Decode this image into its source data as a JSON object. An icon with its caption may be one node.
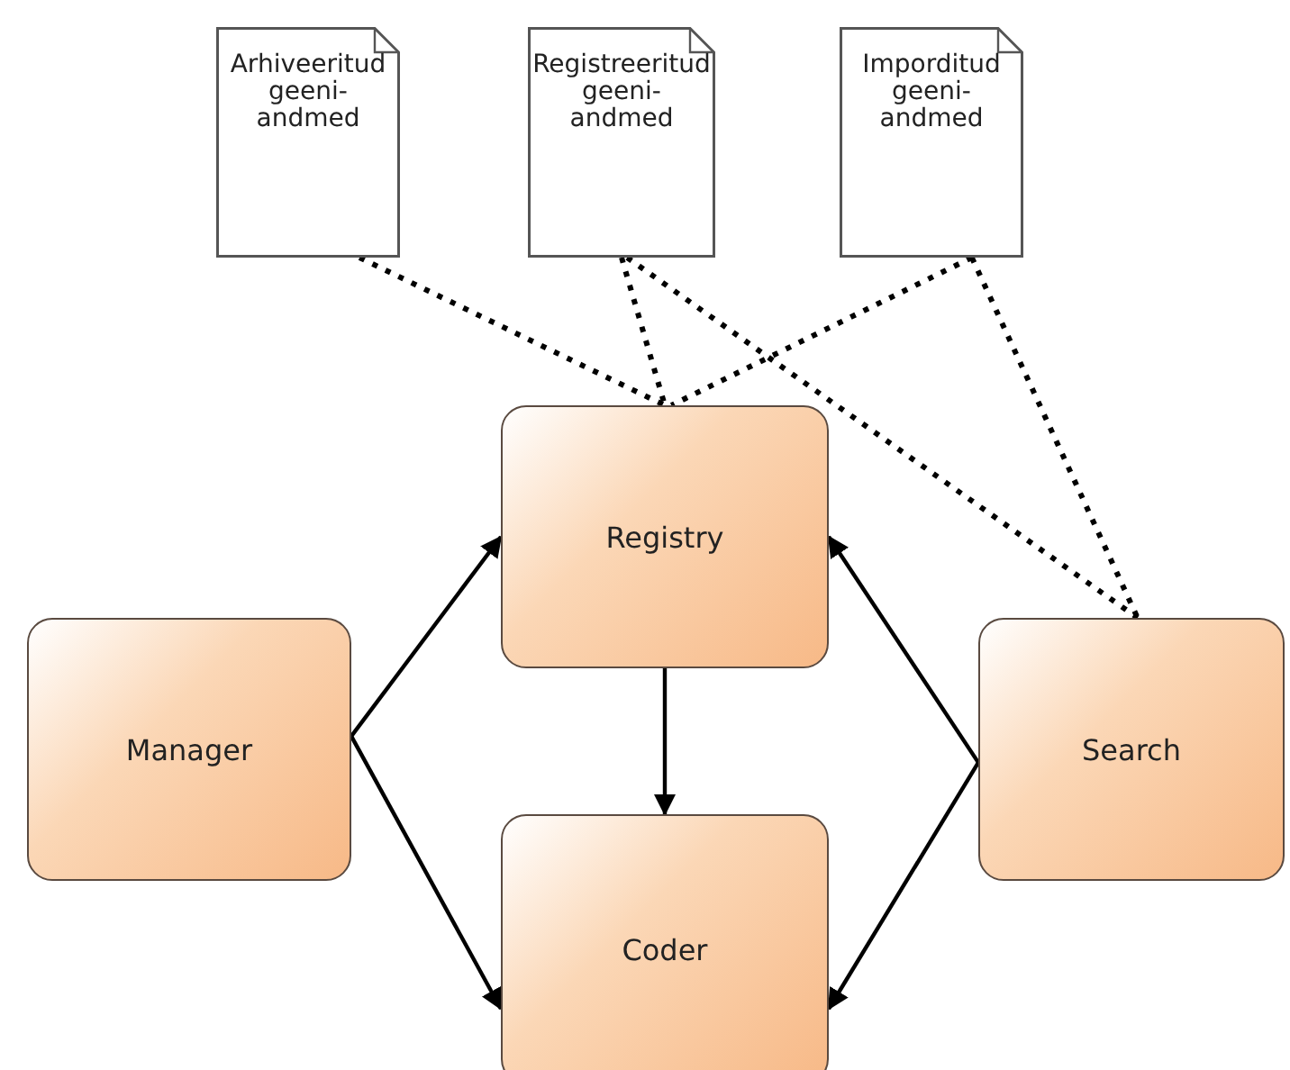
{
  "diagram": {
    "nodes": [
      {
        "text": [
          "Arhiveeritud geeni- andmed"
        ]
      },
      {
        "text": [
          "Registreeritud geeni- andmed"
        ]
      },
      {
        "text": [
          "Imporditud geeni- andmed"
        ]
      },
      {
        "text": [
          "Registry"
        ]
      },
      {
        "text": [
          "Manager"
        ]
      },
      {
        "text": [
          "Search"
        ]
      },
      {
        "text": [
          "Coder"
        ]
      }
    ],
    "edges": [
      {
        "from": 0,
        "to": 3,
        "arrow": "none",
        "style": "dashed"
      },
      {
        "from": 1,
        "to": 3,
        "arrow": "none",
        "style": "dashed"
      },
      {
        "from": 1,
        "to": 5,
        "arrow": "none",
        "style": "dashed"
      },
      {
        "from": 2,
        "to": 3,
        "arrow": "none",
        "style": "dashed"
      },
      {
        "from": 2,
        "to": 5,
        "arrow": "none",
        "style": "dashed"
      },
      {
        "from": 4,
        "to": 3,
        "arrow": "to"
      },
      {
        "from": 4,
        "to": 6,
        "arrow": "to"
      },
      {
        "from": 3,
        "to": 6,
        "arrow": "to"
      },
      {
        "from": 5,
        "to": 3,
        "arrow": "to"
      },
      {
        "from": 5,
        "to": 6,
        "arrow": "to"
      }
    ]
  }
}
